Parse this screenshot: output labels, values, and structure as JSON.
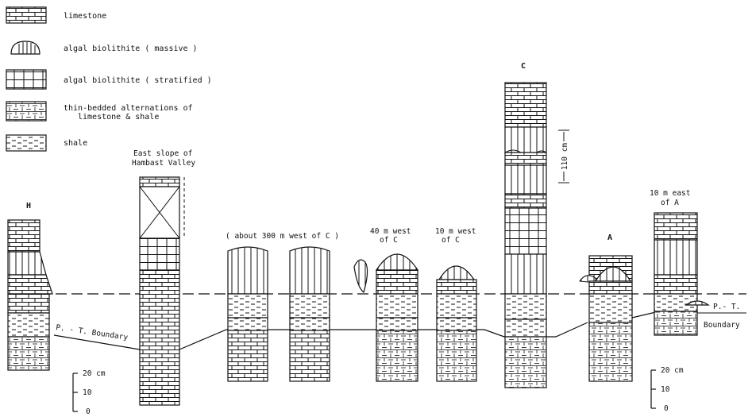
{
  "legend": [
    {
      "key": "limestone",
      "label": "limestone",
      "label2": ""
    },
    {
      "key": "algal_massive",
      "label": "algal biolithite ( massive )",
      "label2": ""
    },
    {
      "key": "algal_stratified",
      "label": "algal biolithite ( stratified )",
      "label2": ""
    },
    {
      "key": "thin_bedded",
      "label": "thin-bedded alternations of",
      "label2": "limestone & shale"
    },
    {
      "key": "shale",
      "label": "shale",
      "label2": ""
    }
  ],
  "columns": {
    "H": {
      "title": "H"
    },
    "hambast": {
      "line1": "East slope of",
      "line2": "Hambast Valley"
    },
    "group300": {
      "label": "( about 300 m west of C )"
    },
    "w40": {
      "line1": "40 m west",
      "line2": "of C"
    },
    "w10": {
      "line1": "10 m west",
      "line2": "of C"
    },
    "C": {
      "title": "C"
    },
    "A": {
      "title": "A"
    },
    "e10": {
      "line1": "10 m east",
      "line2": "of A"
    }
  },
  "annotations": {
    "pt_boundary_left": "P. - T. Boundary",
    "pt_boundary_right_1": "P.- T.",
    "pt_boundary_right_2": "Boundary",
    "thickness_110": "110 cm"
  },
  "scale_left": {
    "top": "20 cm",
    "mid": "10",
    "bottom": "0"
  },
  "scale_right": {
    "top": "20 cm",
    "mid": "10",
    "bottom": "0"
  },
  "colors": {
    "ink": "#111111",
    "paper": "#ffffff"
  }
}
